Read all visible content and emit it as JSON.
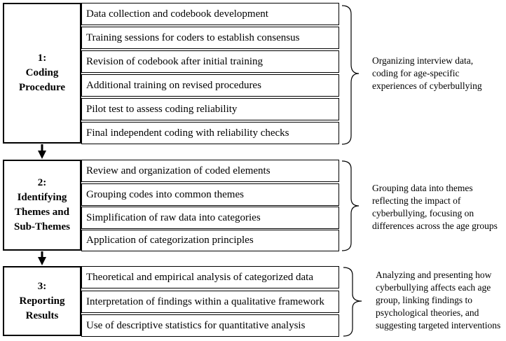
{
  "stages": [
    {
      "number": "1:",
      "title_lines": [
        "Coding",
        "Procedure"
      ],
      "steps": [
        "Data collection and codebook development",
        "Training sessions for coders to establish consensus",
        "Revision of codebook after initial training",
        "Additional training on revised procedures",
        "Pilot test to assess coding reliability",
        "Final independent coding with reliability checks"
      ],
      "note_lines": [
        "Organizing interview data,",
        "coding for age-specific",
        "experiences of cyberbullying"
      ]
    },
    {
      "number": "2:",
      "title_lines": [
        "Identifying",
        "Themes and",
        "Sub-Themes"
      ],
      "steps": [
        "Review and organization of coded elements",
        "Grouping codes into common themes",
        "Simplification of raw data into categories",
        "Application of categorization principles"
      ],
      "note_lines": [
        "Grouping data into themes",
        "reflecting the impact of",
        "cyberbullying, focusing on",
        "differences across the age groups"
      ]
    },
    {
      "number": "3:",
      "title_lines": [
        "Reporting",
        "Results"
      ],
      "steps": [
        "Theoretical and empirical analysis of categorized data",
        "Interpretation of findings within a qualitative framework",
        "Use of descriptive statistics for quantitative analysis"
      ],
      "note_lines": [
        "Analyzing and presenting how",
        "cyberbullying affects each age",
        "group, linking findings to",
        "psychological theories, and",
        "suggesting targeted interventions"
      ]
    }
  ]
}
